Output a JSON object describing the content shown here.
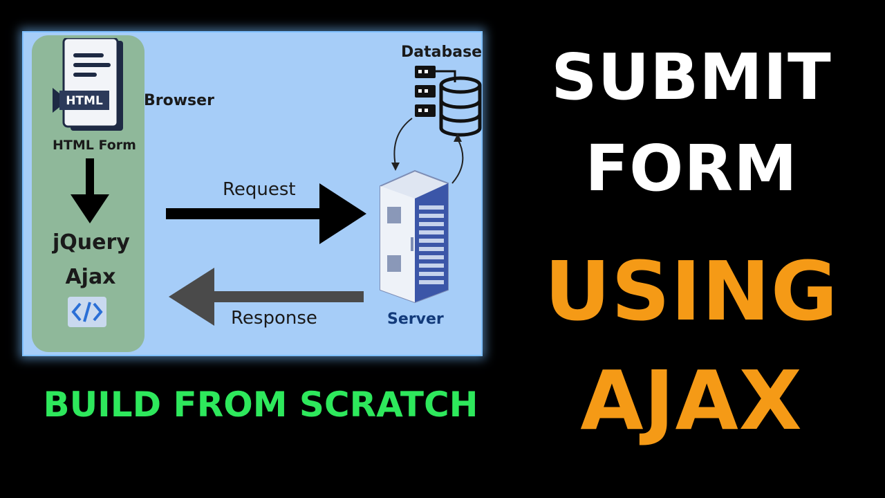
{
  "diagram": {
    "browser_label": "Browser",
    "html_badge": "HTML",
    "html_form_label": "HTML Form",
    "jquery_label": "jQuery",
    "ajax_label": "Ajax",
    "database_label": "Database",
    "server_label": "Server",
    "request_label": "Request",
    "response_label": "Response"
  },
  "title": {
    "line1": "SUBMIT",
    "line2": "FORM",
    "line3": "USING",
    "line4": "AJAX"
  },
  "subtitle": "BUILD FROM SCRATCH",
  "colors": {
    "background": "#000000",
    "diagram_bg": "#a6cdf8",
    "browser_panel": "#8fb89a",
    "title_white": "#ffffff",
    "title_orange": "#f59a16",
    "subtitle_green": "#2ee85c"
  }
}
